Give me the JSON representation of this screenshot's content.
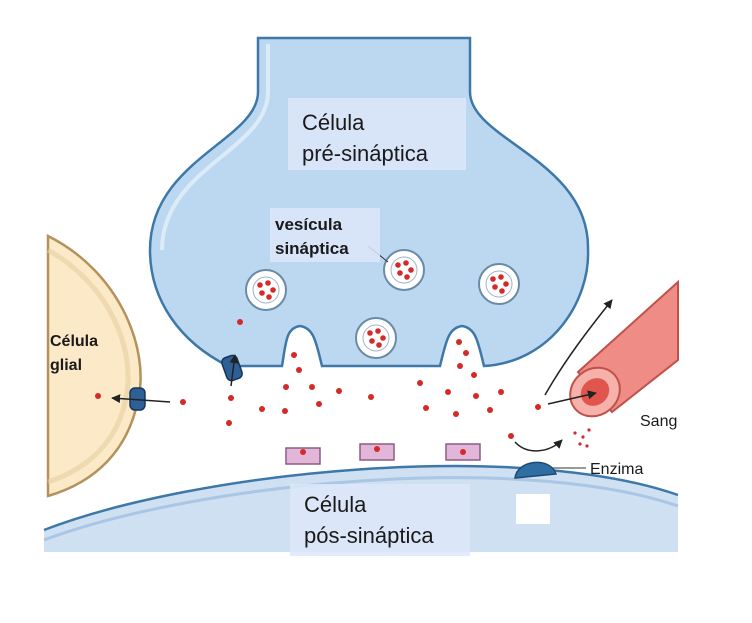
{
  "labels": {
    "presynaptic_line1": "Célula",
    "presynaptic_line2": "pré-sináptica",
    "vesicle_line1": "vesícula",
    "vesicle_line2": "sináptica",
    "glial_line1": "Célula",
    "glial_line2": "glial",
    "postsynaptic_line1": "Célula",
    "postsynaptic_line2": "pós-sináptica",
    "blood": "Sang",
    "enzyme": "Enzima"
  },
  "colors": {
    "presynaptic_fill": "#bcd8f0",
    "presynaptic_outline": "#3d78a8",
    "postsynaptic_fill": "#cfe0f2",
    "glial_fill": "#fbe9c8",
    "glial_outline": "#b3925c",
    "neurotransmitter": "#d42a2a",
    "receptor": "#e2b6d8",
    "transporter": "#2e5f96",
    "enzyme": "#2f6ea3",
    "vessel": "#ef8c86",
    "label_highlight": "#dde7fa"
  },
  "icons": [
    "arrow-icon",
    "transporter-icon",
    "receptor-icon",
    "enzyme-icon",
    "vesicle-icon"
  ]
}
